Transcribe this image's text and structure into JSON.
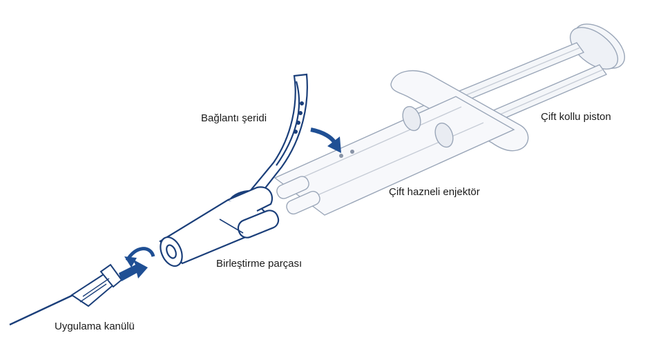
{
  "labels": {
    "double_plunger": "Çift kollu piston",
    "connection_strip": "Bağlantı şeridi",
    "dual_chamber_syringe": "Çift hazneli enjektör",
    "joining_piece": "Birleştirme parçası",
    "application_cannula": "Uygulama kanülü"
  },
  "colors": {
    "outline_dark": "#1b3f7a",
    "outline_light": "#9aa6b8",
    "arrow_blue": "#1f4f94",
    "fill_light": "#f4f6f9"
  }
}
